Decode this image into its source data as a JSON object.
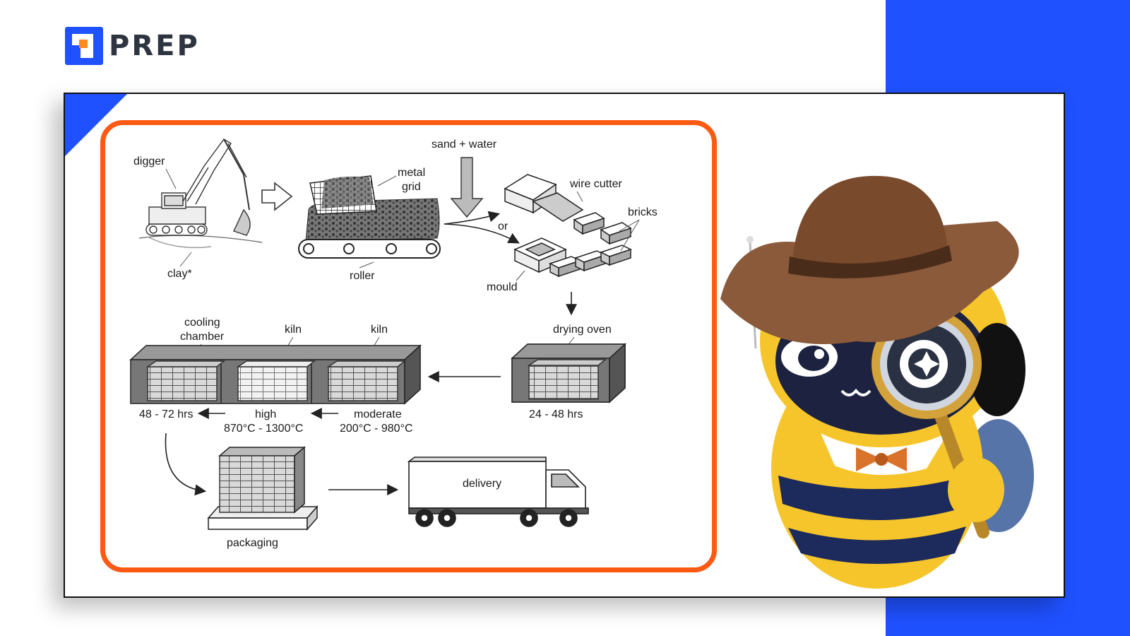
{
  "brand": {
    "name": "PREP",
    "accent_blue": "#1f51ff",
    "accent_orange": "#ff5a14"
  },
  "diagram": {
    "labels": {
      "digger": "digger",
      "clay": "clay*",
      "metal": "metal",
      "grid": "grid",
      "roller": "roller",
      "sand_water": "sand + water",
      "or": "or",
      "wire_cutter": "wire cutter",
      "bricks": "bricks",
      "mould": "mould",
      "drying_oven": "drying oven",
      "drying_time": "24 - 48 hrs",
      "cooling": "cooling",
      "chamber": "chamber",
      "kiln_1": "kiln",
      "kiln_2": "kiln",
      "cooling_time": "48 - 72 hrs",
      "high": "high",
      "high_temp": "870°C - 1300°C",
      "moderate": "moderate",
      "moderate_temp": "200°C - 980°C",
      "packaging": "packaging",
      "delivery": "delivery"
    }
  },
  "mascot": {
    "icons": [
      "detective-hat-icon",
      "magnifying-glass-icon",
      "bow-tie-icon"
    ]
  }
}
